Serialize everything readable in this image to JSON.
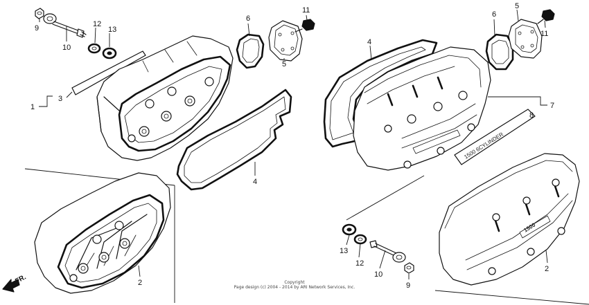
{
  "copyright": {
    "line1": "Copyright",
    "line2": "Page design (c) 2004 - 2014 by ARI Network Services, Inc."
  },
  "direction": {
    "label": "FR."
  },
  "emblem": {
    "text": "1500 6CYLINDER"
  },
  "cover_badge": {
    "text": "1500"
  },
  "callouts": {
    "left_9": "9",
    "left_10": "10",
    "left_12": "12",
    "left_13": "13",
    "left_3": "3",
    "left_1": "1",
    "left_6": "6",
    "left_5": "5",
    "left_11": "11",
    "left_4": "4",
    "left_2": "2",
    "right_4": "4",
    "right_6": "6",
    "right_5": "5",
    "right_11": "11",
    "right_7": "7",
    "right_8": "8",
    "right_2": "2",
    "bottom_13": "13",
    "bottom_12": "12",
    "bottom_10": "10",
    "bottom_9": "9"
  }
}
